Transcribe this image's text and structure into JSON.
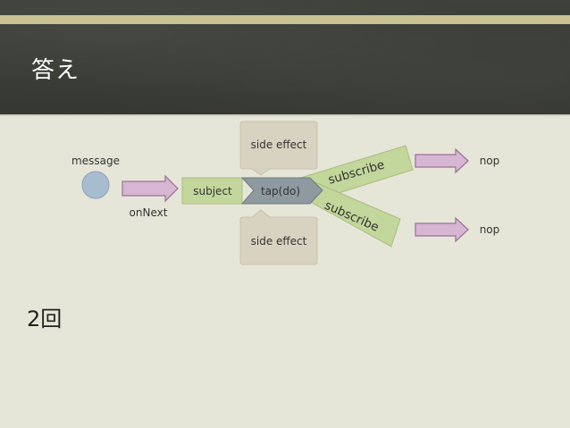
{
  "slide": {
    "title": "答え",
    "answer": "2回"
  },
  "diagram": {
    "message_label": "message",
    "onnext_label": "onNext",
    "subject_label": "subject",
    "tap_label": "tap(do)",
    "side_effect_top": "side effect",
    "side_effect_bottom": "side effect",
    "subscribe_top": "subscribe",
    "subscribe_bottom": "subscribe",
    "nop_top": "nop",
    "nop_bottom": "nop"
  },
  "colors": {
    "header_bg": "#3a3d35",
    "header_rule": "#c9c394",
    "slide_bg": "#e6e6d8",
    "subject_fill": "#c3d69b",
    "tap_fill": "#8e9aa0",
    "callout_fill": "#d8d2c0",
    "circle_fill": "#a8bcd0",
    "arrow_fill": "#d7b6d4"
  }
}
